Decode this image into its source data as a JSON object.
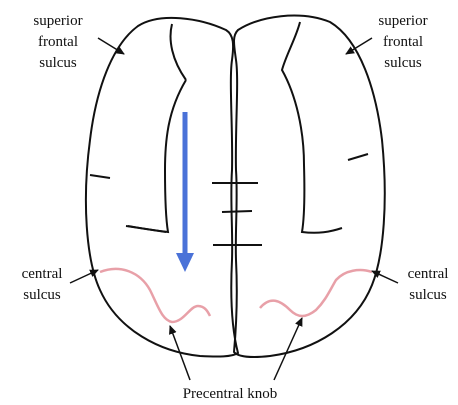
{
  "labels": {
    "superior_frontal_sulcus_left": [
      "superior",
      "frontal",
      "sulcus"
    ],
    "superior_frontal_sulcus_right": [
      "superior",
      "frontal",
      "sulcus"
    ],
    "central_sulcus_left": [
      "central",
      "sulcus"
    ],
    "central_sulcus_right": [
      "central",
      "sulcus"
    ],
    "precentral_knob": "Precentral knob"
  },
  "colors": {
    "outline": "#111111",
    "central_sulcus": "#e8a0a8",
    "direction_arrow": "#4a72d8"
  }
}
